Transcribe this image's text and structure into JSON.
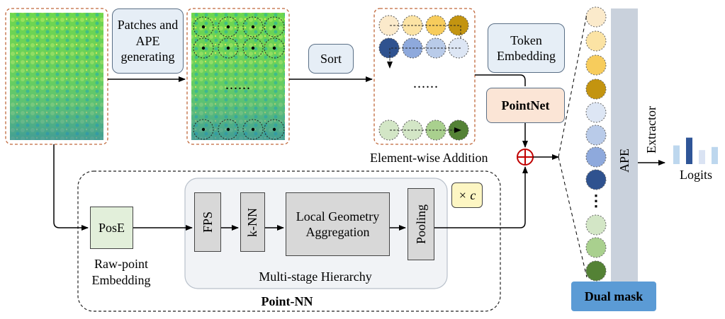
{
  "labels": {
    "patches_ape": "Patches and APE generating",
    "sort": "Sort",
    "token_embedding": "Token Embedding",
    "pointnet": "PointNet",
    "element_wise": "Element-wise Addition",
    "pose": "PosE",
    "raw_point": "Raw-point Embedding",
    "fps": "FPS",
    "knn": "k-NN",
    "local_geometry": "Local Geometry Aggregation",
    "pooling": "Pooling",
    "times_c": "× c",
    "multi_stage": "Multi-stage Hierarchy",
    "point_nn": "Point-NN",
    "ape": "APE",
    "extractor": "Extractor",
    "logits": "Logits",
    "dual_mask": "Dual mask",
    "dots": "......",
    "vdots": "⋮"
  },
  "colors": {
    "token_colors": [
      "#fbeacb",
      "#fbe3a4",
      "#f7cc5c",
      "#c39410",
      "#dde6f4",
      "#b9cbe9",
      "#8ea9dc",
      "#2f528f",
      "#d3e6c6",
      "#a9d08e",
      "#548235"
    ]
  },
  "logits_values": [
    0.6,
    0.85,
    0.45,
    0.55
  ]
}
